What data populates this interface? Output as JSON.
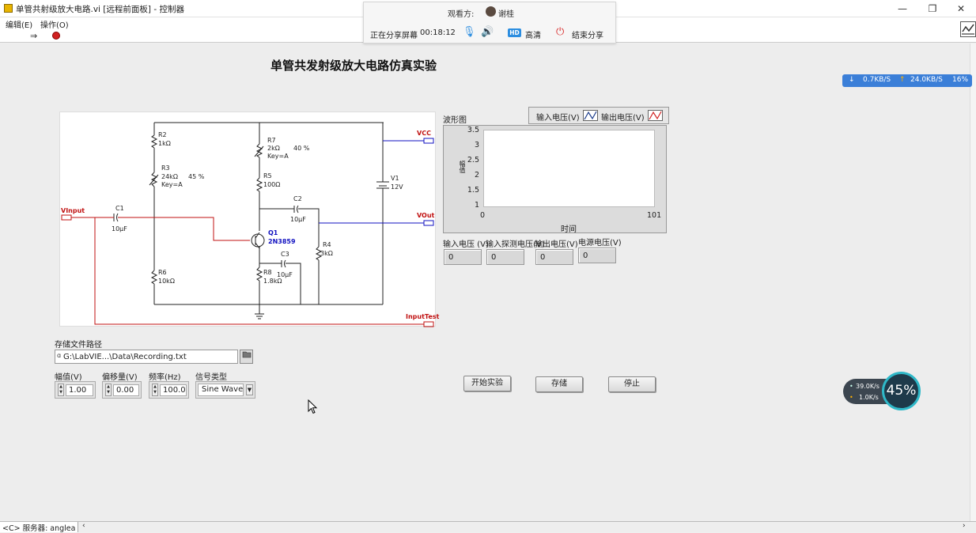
{
  "window": {
    "title": "单管共射级放大电路.vi [远程前面板] - 控制器",
    "minimize_glyph": "—",
    "maximize_glyph": "❐",
    "close_glyph": "✕"
  },
  "menu": {
    "items": [
      "编辑(E)",
      "操作(O)"
    ]
  },
  "toolbar": {
    "run_glyph": "⇒"
  },
  "share_bar": {
    "viewer_label": "观看方:",
    "viewer_name": "谢桂",
    "sharing_label": "正在分享屏幕",
    "elapsed": "00:18:12",
    "hd_badge": "HD",
    "quality_label": "高清",
    "end_label": "结束分享",
    "mic_glyph": "🎙",
    "speaker_glyph": "🔊",
    "power_glyph": "⏻"
  },
  "panel_title": "单管共发射级放大电路仿真实验",
  "net_widget": {
    "down": "0.7KB/S",
    "up": "24.0KB/S",
    "percent": "16%",
    "down_glyph": "↓",
    "up_glyph": "↑"
  },
  "schematic": {
    "r2": "R2",
    "r2_val": "1kΩ",
    "r3": "R3",
    "r3_val": "24kΩ",
    "r3_key": "Key=A",
    "r3_pct": "45 %",
    "r7": "R7",
    "r7_val": "2kΩ",
    "r7_key": "Key=A",
    "r7_pct": "40 %",
    "r5": "R5",
    "r5_val": "100Ω",
    "c1": "C1",
    "c1_val": "10µF",
    "c2": "C2",
    "c2_val": "10µF",
    "c3": "C3",
    "c3_val": "10µF",
    "q1": "Q1",
    "q1_val": "2N3859",
    "r4": "R4",
    "r4_val": "3kΩ",
    "r6": "R6",
    "r6_val": "10kΩ",
    "r8": "R8",
    "r8_val": "1.8kΩ",
    "v1": "V1",
    "v1_val": "12V",
    "vcc": "VCC",
    "vinput": "VInput",
    "vout": "VOut",
    "inputtest": "InputTest"
  },
  "waveform": {
    "caption": "波形图",
    "legend_in": "输入电压(V)",
    "legend_out": "输出电压(V)",
    "y_label": "幅值",
    "x_label": "时间",
    "y_ticks": [
      "3.5",
      "3",
      "2.5",
      "2",
      "1.5",
      "1"
    ],
    "x_ticks": [
      "0",
      "101"
    ]
  },
  "chart_data": {
    "type": "line",
    "title": "波形图",
    "xlabel": "时间",
    "ylabel": "幅值",
    "x": [],
    "series": [
      {
        "name": "输入电压(V)",
        "values": []
      },
      {
        "name": "输出电压(V)",
        "values": []
      }
    ],
    "xlim": [
      0,
      101
    ],
    "ylim": [
      1,
      3.5
    ],
    "grid": false,
    "legend": "top-right"
  },
  "indicators": [
    {
      "label": "输入电压 (V)",
      "value": "0"
    },
    {
      "label": "输入探测电压(V)",
      "value": "0"
    },
    {
      "label": "输出电压(V)",
      "value": "0"
    },
    {
      "label": "电源电压(V)",
      "value": "0"
    }
  ],
  "file_path": {
    "label": "存储文件路径",
    "prefix": "ɑ",
    "value": "G:\\LabVIE...\\Data\\Recording.txt"
  },
  "controls": {
    "amplitude": {
      "label": "幅值(V)",
      "value": "1.00"
    },
    "offset": {
      "label": "偏移量(V)",
      "value": "0.00"
    },
    "frequency": {
      "label": "频率(Hz)",
      "value": "100.00"
    },
    "signal_type": {
      "label": "信号类型",
      "value": "Sine Wave"
    }
  },
  "buttons": {
    "start": "开始实验",
    "save": "存储",
    "stop": "停止"
  },
  "perf_widget": {
    "up": "39.0K/s",
    "down": "1.0K/s",
    "percent": "45%"
  },
  "status": {
    "text": "<C> 服务器: anglea"
  }
}
